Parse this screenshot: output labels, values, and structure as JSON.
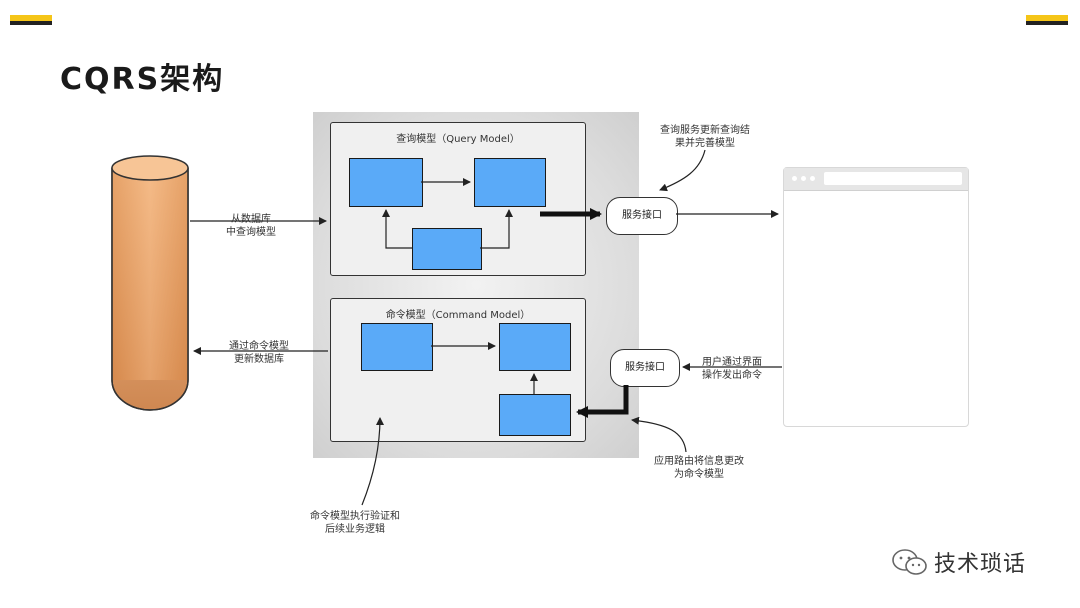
{
  "title": "CQRS架构",
  "annotations": {
    "db_read": "从数据库\n中查询模型",
    "db_write": "通过命令模型\n更新数据库",
    "query_update": "查询服务更新查询结\n果并完善模型",
    "user_command": "用户通过界面\n操作发出命令",
    "route_command": "应用路由将信息更改\n为命令模型",
    "cmd_validate": "命令模型执行验证和\n后续业务逻辑"
  },
  "query_model": {
    "title": "查询模型（Query Model）"
  },
  "command_model": {
    "title": "命令模型（Command Model）"
  },
  "services": {
    "top": "服务接口",
    "bottom": "服务接口"
  },
  "brand": {
    "text": "技术琐话",
    "icon": "wechat-icon"
  },
  "colors": {
    "accent_yellow": "#f5c518",
    "blue_box": "#5aaaf8",
    "database": "#e89a5a",
    "arrow": "#222222"
  }
}
